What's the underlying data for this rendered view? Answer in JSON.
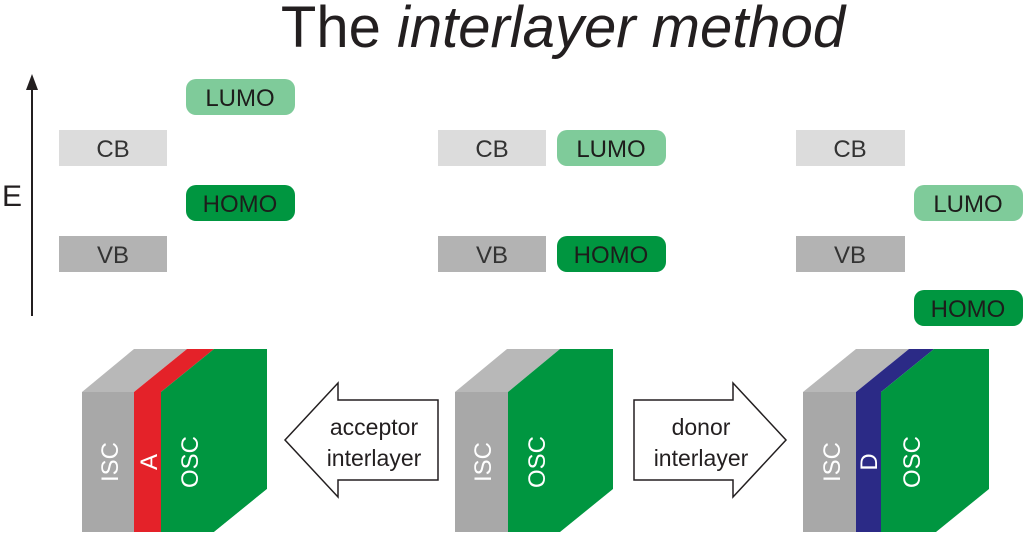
{
  "title": {
    "prefix": "The",
    "italic": "interlayer method"
  },
  "axis": {
    "label": "E"
  },
  "levels": {
    "cb": "CB",
    "vb": "VB",
    "lumo": "LUMO",
    "homo": "HOMO"
  },
  "layers": {
    "isc": "ISC",
    "osc": "OSC",
    "acceptor": "A",
    "donor": "D"
  },
  "arrows": {
    "acceptor_line1": "acceptor",
    "acceptor_line2": "interlayer",
    "donor_line1": "donor",
    "donor_line2": "interlayer"
  },
  "colors": {
    "cb_fill": "#dcdcdc",
    "vb_fill": "#b3b3b3",
    "lumo_fill": "#7fcb9a",
    "homo_fill": "#009640",
    "isc_fill": "#a8a8a8",
    "isc_side": "#b8b8b8",
    "osc_fill": "#009640",
    "osc_dark": "#007a33",
    "acceptor_fill": "#e42229",
    "donor_fill": "#2b2a86"
  }
}
